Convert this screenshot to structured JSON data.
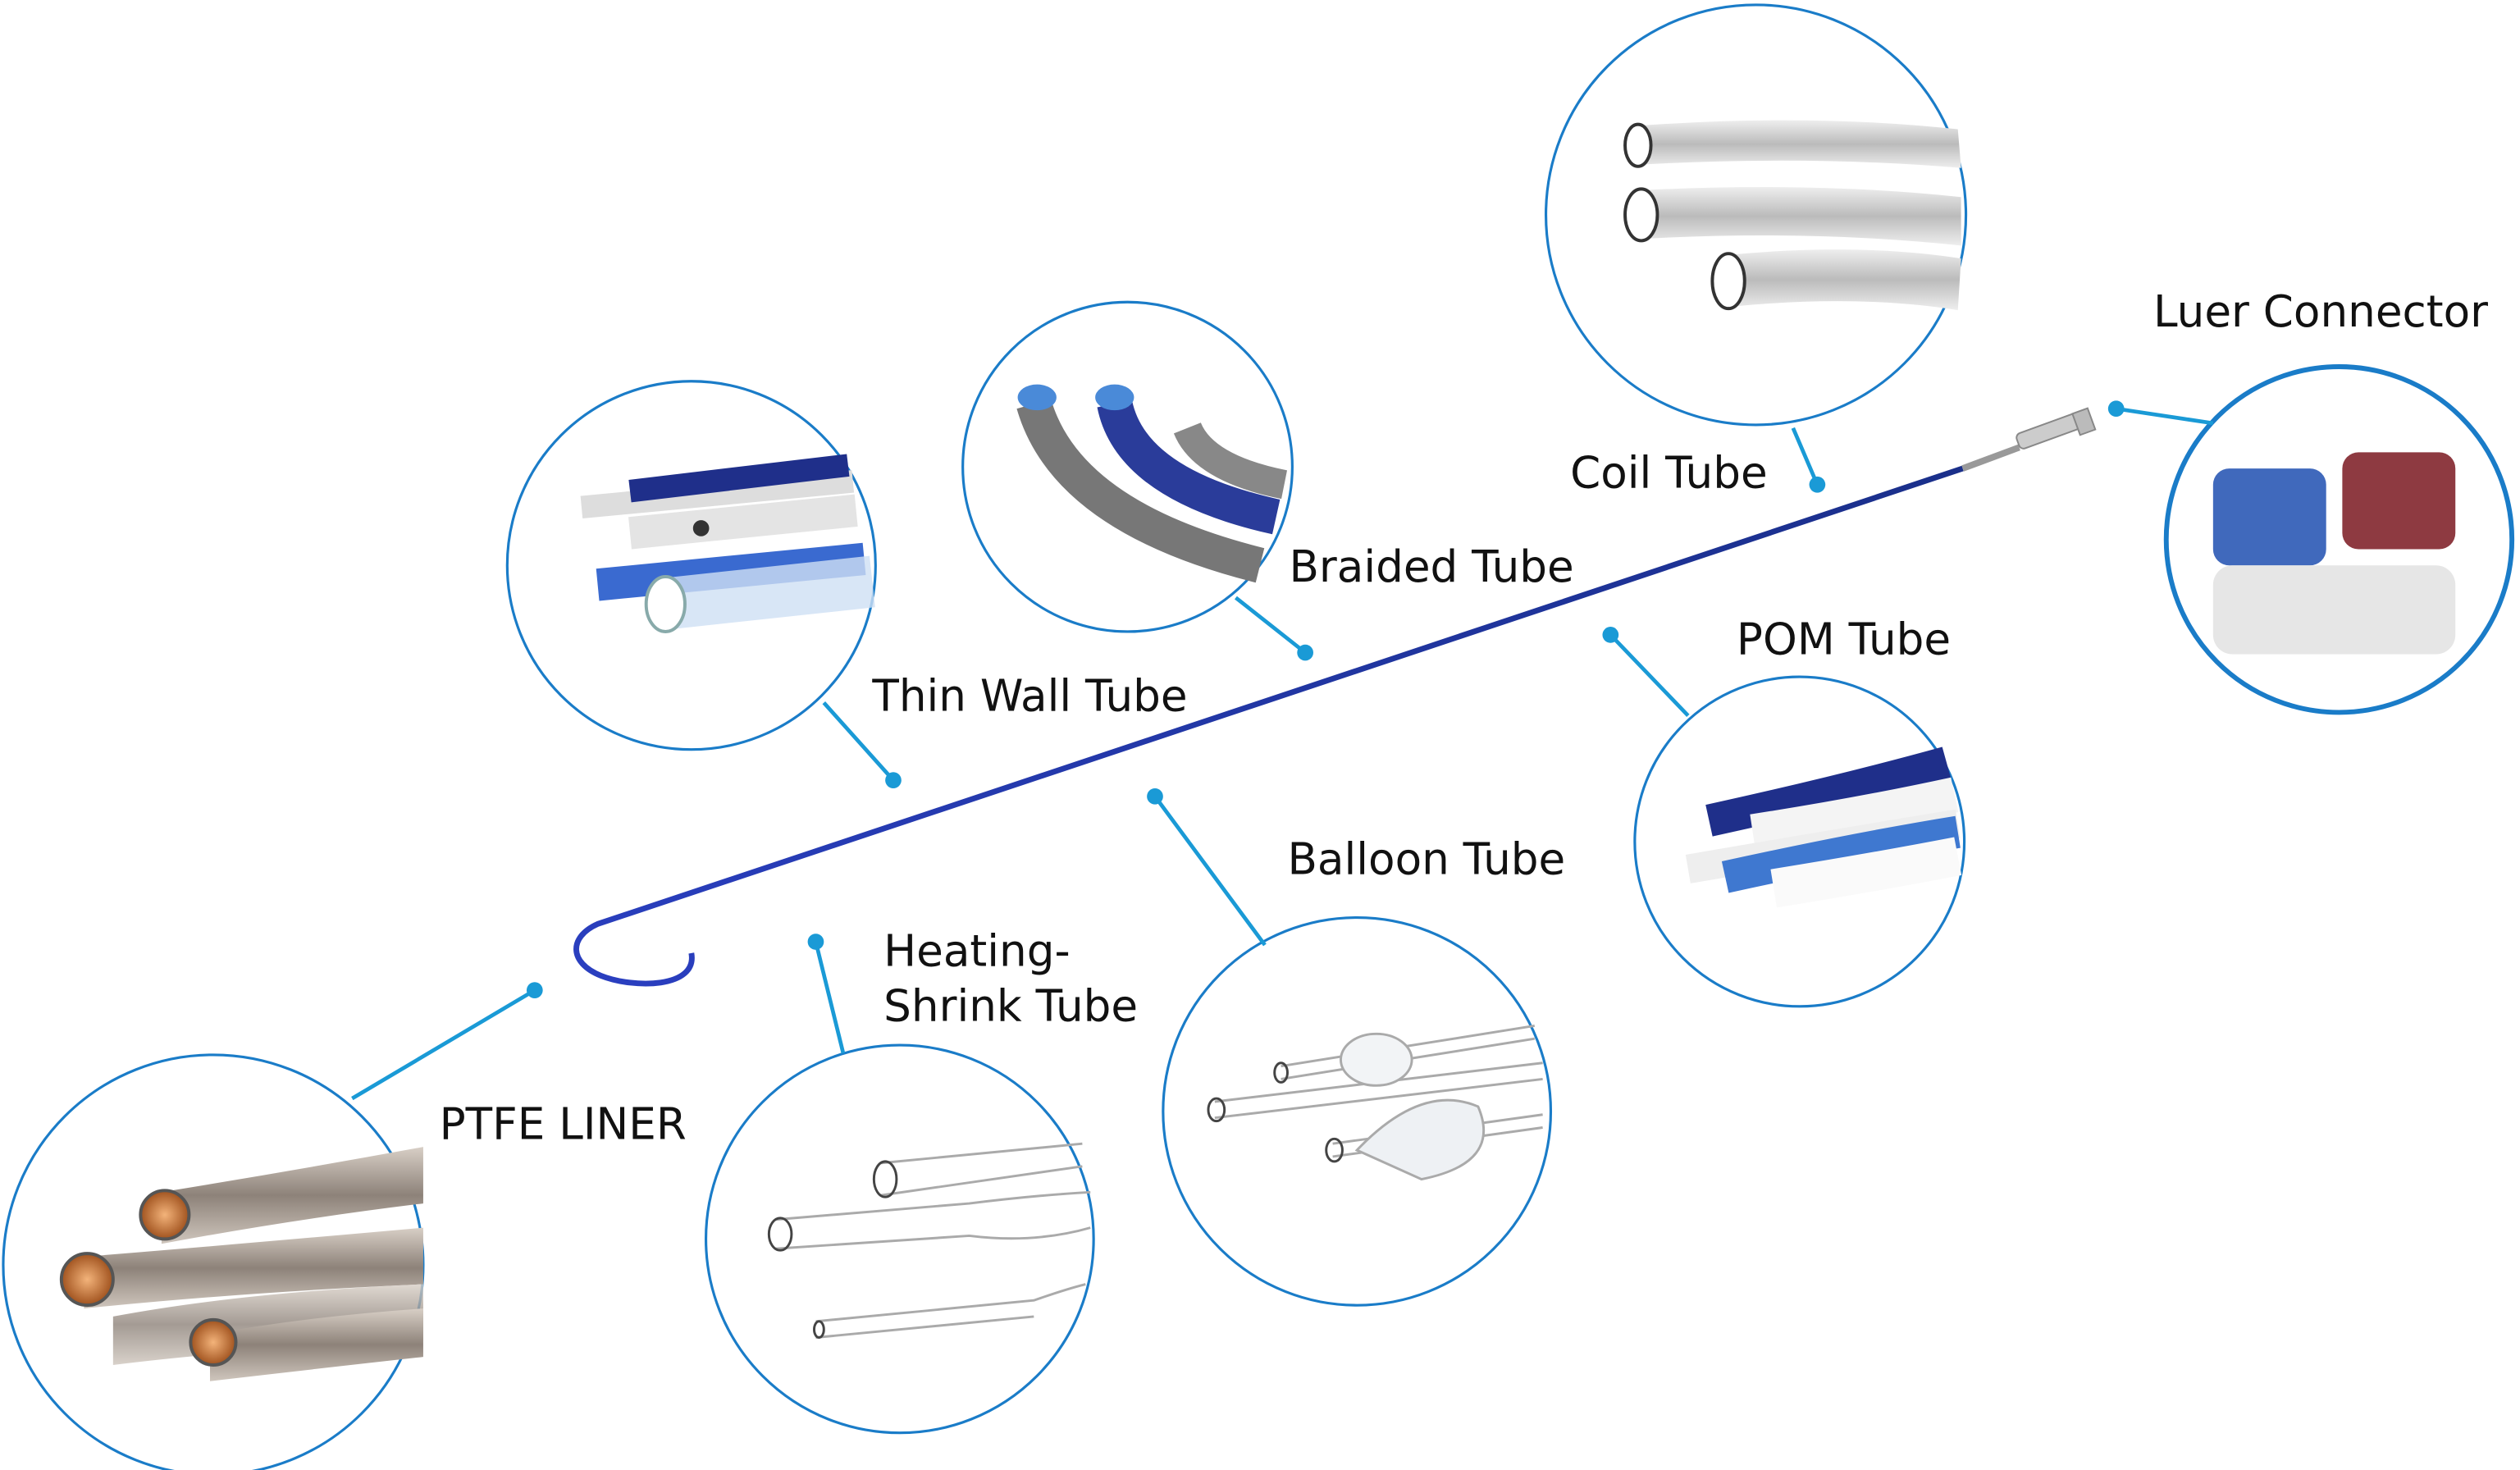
{
  "labels": {
    "coil": "Coil Tube",
    "luer": "Luer Connector",
    "braided": "Braided Tube",
    "thin_wall": "Thin Wall Tube",
    "pom": "POM Tube",
    "balloon": "Balloon Tube",
    "heating_line1": "Heating-",
    "heating_line2": "Shrink Tube",
    "ptfe": "PTFE LINER"
  },
  "colors": {
    "accent": "#1a9ad6",
    "circle_border": "#1a7cc8",
    "catheter": "#1b3aa0"
  }
}
